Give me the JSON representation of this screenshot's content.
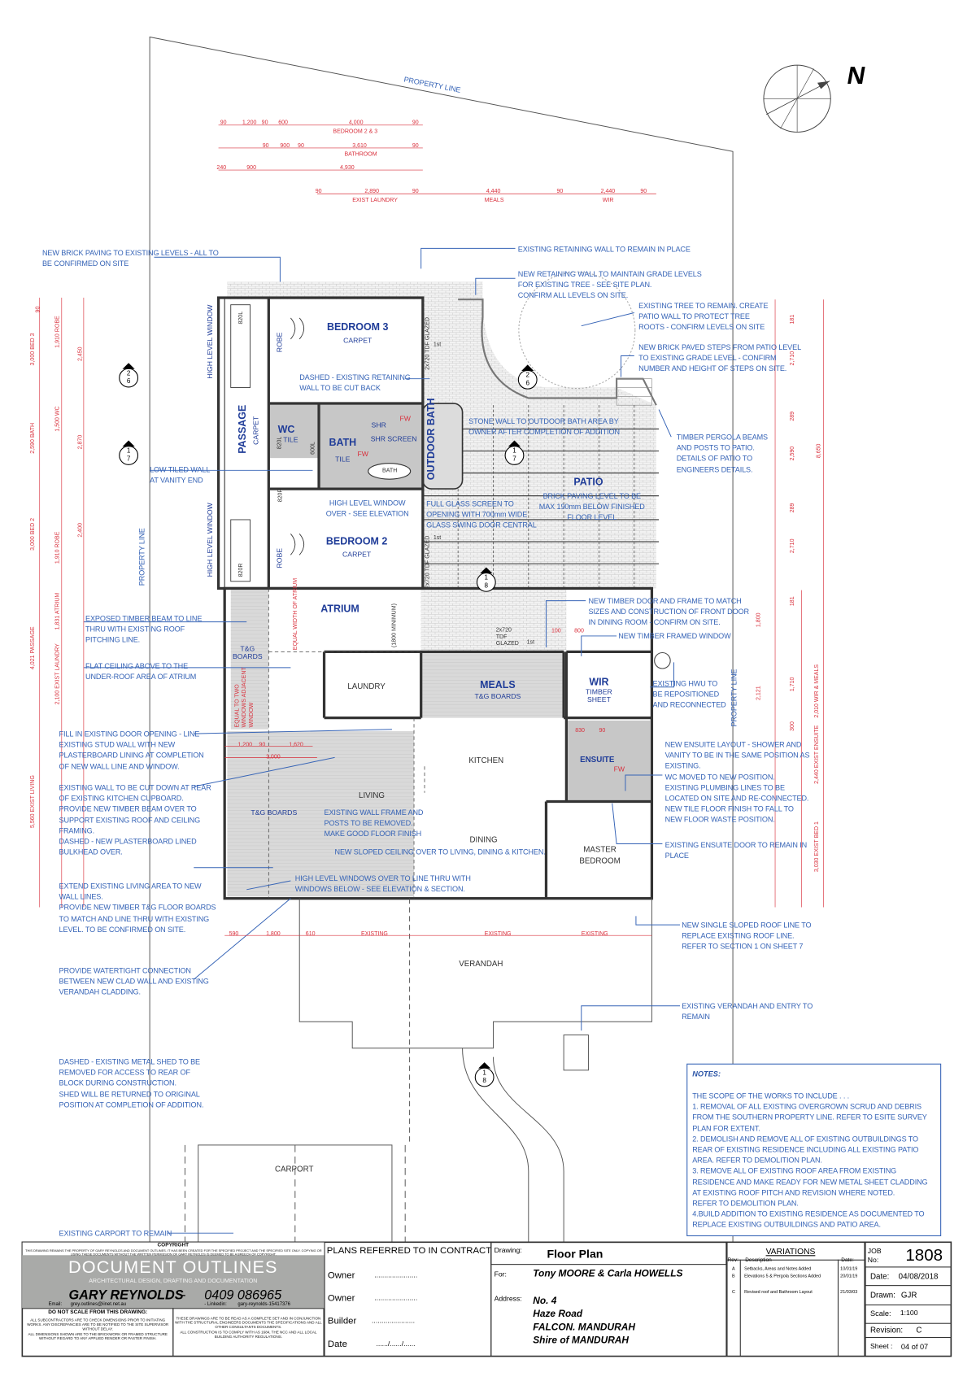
{
  "compass": {
    "north_label": "N"
  },
  "site": {
    "property_line": "PROPERTY LINE"
  },
  "dimensions": {
    "row1": [
      "90",
      "1,200",
      "90",
      "600",
      "4,000",
      "90"
    ],
    "row1_label": "BEDROOM 2 & 3",
    "row2": [
      "90",
      "900",
      "90",
      "3,610",
      "90"
    ],
    "row2_label": "BATHROOM",
    "row3": [
      "240",
      "900",
      "4,930"
    ],
    "row4": [
      "90",
      "2,890",
      "90",
      "4,440",
      "90",
      "2,440",
      "90"
    ],
    "row4_labels": [
      "EXIST LAUNDRY",
      "MEALS",
      "WIR"
    ],
    "left": [
      "3,000 BED 3",
      "90",
      "1,910 ROBE",
      "2,450",
      "2,590 BATH",
      "1,500 WC",
      "2,870",
      "3,000 BED 2",
      "1,910 ROBE",
      "2,400",
      "4,021 PASSAGE",
      "1,831 ATRIUM",
      "2,100 EXIST LAUNDRY",
      "5,560 EXIST LIVING"
    ],
    "right": [
      "181",
      "2,710",
      "289",
      "2,590",
      "289",
      "2,710",
      "181",
      "8,650",
      "1,800",
      "2,121",
      "1,710",
      "300",
      "2,010 WIR & MEALS",
      "2,440 EXIST ENSUITE",
      "3,030 EXIST BED 1"
    ],
    "interior": [
      "1,200",
      "90",
      "1,620",
      "3,000",
      "590",
      "1,800",
      "610",
      "EXISTING",
      "EXISTING",
      "EXISTING",
      "830",
      "90",
      "100",
      "800",
      "(1800 MINIMUM)",
      "EQUAL WIDTH OF ATRIUM",
      "EQUAL TO TWO WINDOWS ADJACENT WINDOW",
      "2x720 TDF GLAZED",
      "2x720 TDF GLAZED",
      "2x720 TDF GLAZED",
      "1st",
      "1st",
      "1st",
      "820L",
      "820R",
      "820R",
      "820L",
      "600L",
      "BATH"
    ]
  },
  "rooms": {
    "bedroom3": {
      "name": "BEDROOM 3",
      "floor": "CARPET"
    },
    "bath": {
      "name": "BATH",
      "floor": "TILE"
    },
    "wc": {
      "name": "WC",
      "floor": "TILE"
    },
    "passage": {
      "name": "PASSAGE",
      "floor": "CARPET"
    },
    "outdoor_bath": "OUTDOOR BATH",
    "patio": "PATIO",
    "bedroom2": {
      "name": "BEDROOM 2",
      "floor": "CARPET"
    },
    "atrium": "ATRIUM",
    "meals": {
      "name": "MEALS",
      "floor": "T&G BOARDS"
    },
    "wir": {
      "name": "WIR",
      "floor": "TIMBER SHEET"
    },
    "ensuite": "ENSUITE",
    "laundry": "LAUNDRY",
    "kitchen": "KITCHEN",
    "living": "LIVING",
    "dining": "DINING",
    "master_bedroom": "MASTER BEDROOM",
    "tg_boards": "T&G BOARDS",
    "tg_boards2": "T&G BOARDS",
    "verandah": "VERANDAH",
    "carport": "CARPORT",
    "robe": "ROBE",
    "shr": "SHR",
    "shr_screen": "SHR SCREEN",
    "fw": "FW",
    "high_level_window": "HIGH LEVEL WINDOW"
  },
  "sections": [
    {
      "num": "2",
      "sheet": "6"
    },
    {
      "num": "1",
      "sheet": "7"
    },
    {
      "num": "2",
      "sheet": "6"
    },
    {
      "num": "1",
      "sheet": "7"
    },
    {
      "num": "1",
      "sheet": "8"
    },
    {
      "num": "1",
      "sheet": "8"
    }
  ],
  "annotations": {
    "brick_paving": "NEW BRICK PAVING TO EXISTING LEVELS - ALL TO\nBE CONFIRMED ON SITE",
    "retaining_remain": "EXISTING RETAINING WALL TO REMAIN IN PLACE",
    "new_retaining": "NEW RETAINING WALL TO MAINTAIN GRADE LEVELS\nFOR EXISTING TREE - SEE SITE PLAN.\nCONFIRM ALL LEVELS ON SITE.",
    "tree": "EXISTING TREE TO REMAIN. CREATE\nPATIO WALL TO PROTECT TREE\nROOTS - CONFIRM LEVELS ON SITE",
    "steps": "NEW BRICK PAVED STEPS FROM PATIO LEVEL\nTO EXISTING GRADE LEVEL - CONFIRM\nNUMBER AND HEIGHT OF STEPS ON SITE.",
    "dashed_retaining": "DASHED - EXISTING RETAINING\nWALL TO BE CUT BACK",
    "stone_wall": "STONE WALL TO OUTDOOR BATH AREA BY\nOWNER AFTER COMPLETION OF ADDITION",
    "pergola": "TIMBER PERGOLA BEAMS\nAND POSTS TO PATIO.\nDETAILS OF PATIO TO\nENGINEERS DETAILS.",
    "low_tiled": "LOW TILED WALL\nAT VANITY END",
    "high_window": "HIGH LEVEL WINDOW\nOVER - SEE ELEVATION",
    "glass_screen": "FULL GLASS SCREEN TO\nOPENING WITH 700mm WIDE\nGLASS SWING DOOR CENTRAL",
    "paving_level": "BRICK PAVING LEVEL TO BE\nMAX 190mm BELOW FINISHED\nFLOOR LEVEL",
    "timber_door": "NEW TIMBER DOOR AND FRAME TO MATCH\nSIZES AND CONSTRUCTION OF FRONT DOOR\nIN DINING ROOM - CONFIRM ON SITE.",
    "timber_window": "NEW TIMBER FRAMED WINDOW",
    "exposed_beam": "EXPOSED TIMBER BEAM TO LINE\nTHRU WITH EXISTING ROOF\nPITCHING LINE.",
    "flat_ceiling": "FLAT CEILING ABOVE TO THE\nUNDER-ROOF AREA OF ATRIUM",
    "hwu": "EXISTING HWU TO\nBE REPOSITIONED\nAND RECONNECTED",
    "fill_door": "FILL IN EXISTING DOOR OPENING - LINE\nEXISTING STUD WALL WITH NEW\nPLASTERBOARD LINING AT COMPLETION\nOF NEW WALL LINE AND WINDOW.",
    "ensuite_layout": "NEW ENSUITE LAYOUT - SHOWER AND\nVANITY TO BE IN THE SAME POSITION AS\nEXISTING.\nWC MOVED TO NEW POSITION.\nEXISTING PLUMBING LINES TO BE\nLOCATED ON SITE AND RE-CONNECTED.\nNEW TILE FLOOR FINISH TO FALL TO\nNEW FLOOR WASTE POSITION.",
    "cut_wall": "EXISTING WALL TO BE CUT DOWN AT REAR\nOF EXISTING KITCHEN CUPBOARD.\nPROVIDE NEW TIMBER BEAM OVER TO\nSUPPORT EXISTING ROOF AND CEILING\nFRAMING.\nDASHED - NEW PLASTERBOARD LINED\nBULKHEAD OVER.",
    "wall_frame": "EXISTING WALL FRAME AND\nPOSTS TO BE REMOVED.\nMAKE GOOD FLOOR FINISH",
    "sloped_ceiling": "NEW SLOPED CEILING OVER TO LIVING, DINING & KITCHEN.",
    "ensuite_door": "EXISTING ENSUITE DOOR TO REMAIN IN\nPLACE",
    "extend_living": "EXTEND EXISTING LIVING AREA TO NEW\nWALL LINES.\nPROVIDE NEW TIMBER T&G FLOOR BOARDS\nTO MATCH AND LINE THRU WITH EXISTING\nLEVEL. TO BE CONFIRMED ON SITE.",
    "high_windows": "HIGH LEVEL WINDOWS OVER TO LINE THRU WITH\nWINDOWS BELOW - SEE ELEVATION & SECTION.",
    "roof_line": "NEW SINGLE SLOPED ROOF LINE TO\nREPLACE EXISTING ROOF LINE.\nREFER TO SECTION 1 ON SHEET 7",
    "watertight": "PROVIDE WATERTIGHT CONNECTION\nBETWEEN NEW CLAD WALL AND EXISTING\nVERANDAH CLADDING.",
    "verandah_remain": "EXISTING VERANDAH AND ENTRY TO\nREMAIN",
    "shed": "DASHED - EXISTING METAL SHED TO BE\nREMOVED FOR ACCESS TO REAR OF\nBLOCK DURING CONSTRUCTION.\nSHED WILL BE RETURNED TO ORIGINAL\nPOSITION AT COMPLETION OF ADDITION.",
    "carport": "EXISTING CARPORT TO REMAIN"
  },
  "notes": {
    "title": "NOTES:",
    "body": "THE SCOPE OF THE WORKS TO INCLUDE . . .\n1. REMOVAL OF ALL EXISTING OVERGROWN SCRUD AND DEBRIS FROM THE SOUTHERN PROPERTY LINE. REFER TO ESITE SURVEY PLAN FOR EXTENT.\n2. DEMOLISH AND REMOVE ALL OF EXISTING OUTBUILDINGS TO REAR OF EXISTING RESIDENCE INCLUDING ALL EXISTING PATIO AREA. REFER TO DEMOLITION PLAN.\n3. REMOVE ALL OF EXISTING ROOF AREA FROM EXISTING RESIDENCE AND MAKE READY FOR NEW METAL SHEET CLADDING AT EXISTING ROOF PITCH AND REVISION WHERE NOTED.\nREFER TO DEMOLITION PLAN.\n4.BUILD ADDITION TO EXISTING RESIDENCE AS DOCUMENTED TO REPLACE EXISTING OUTBUILDINGS AND PATIO AREA."
  },
  "title_block": {
    "copyright_title": "COPYRIGHT",
    "copyright_text": "THIS DRAWING REMAINS THE PROPERTY OF GARY REYNOLDS AND DOCUMENT OUTLINES. IT HAS BEEN CREATED FOR THE SPECIFIED PROJECT AND THE SPECIFIED SITE ONLY. COPYING OR USING THESE DOCUMENTS WITHOUT THE WRITTEN PERMISSION OF GARY REYNOLDS IS DEEMED TO BE A BREECH OF COPYRIGHT.",
    "company": "DOCUMENT OUTLINES",
    "tagline": "ARCHITECTURAL DESIGN, DRAFTING AND DOCUMENTATION",
    "designer": "GARY REYNOLDS",
    "dash": "-",
    "phone": "0409 086965",
    "email_label": "Email:",
    "email": "grey.outlines@iinet.net.au",
    "linkedin_label": "- Linkedin:",
    "linkedin": "gary-reynolds-15417376",
    "do_not_scale": "DO NOT SCALE FROM THIS DRAWING:",
    "scale_text": "ALL SUBCONTRACTORS ARE TO CHECK DIMENSIONS PRIOR TO INITIATING WORKS. ANY DISCREPANCIES ARE TO BE NOTIFIED TO THE SITE SUPERVISOR WITHOUT DELAY.\nALL DIMENSIONS SHOWN ARE TO THE BRICKWORK OR FRAMED STRUCTURE WITHOUT REGARD TO ANY APPLIED RENDER OR PASTER FINISH.",
    "read_text": "THESE DRAWINGS ARE TO BE READ AS A COMPLETE SET AND IN CONJUNCTION WITH THE STRUCTURAL ENGINEERS DOCUMENTS THE SPECIFICATIONS AND ALL OTHER CONSULTANTS DOCUMENTS.\nALL CONSTRUCTION IS TO COMPLY WITH AS 1684, THE NCC AND ALL LOCAL BUILDING AUTHORITY REGULATIONS.",
    "plans_referred": "PLANS REFERRED TO IN CONTRACT",
    "owner1": "Owner",
    "owner2": "Owner",
    "builder": "Builder",
    "date": "Date",
    "dots": "......................",
    "date_dots": "....../....../......",
    "drawing_label": "Drawing:",
    "drawing": "Floor Plan",
    "for_label": "For:",
    "client": "Tony MOORE & Carla HOWELLS",
    "address_label": "Address:",
    "address": [
      "No. 4",
      "Haze Road",
      "FALCON.  MANDURAH",
      "Shire of MANDURAH"
    ],
    "variations_title": "VARIATIONS",
    "variations_headers": [
      "Rev:",
      "Description",
      "Date:"
    ],
    "variations": [
      {
        "rev": "A",
        "desc": "Setbacks, Areas and Notes Added",
        "date": "10/01/19"
      },
      {
        "rev": "B",
        "desc": "Elevations 5 & Pergola Sections Added",
        "date": "20/01/19"
      },
      {
        "rev": "C",
        "desc": "Revised roof and Bathroom Layout",
        "date": "21/03/03"
      }
    ],
    "job_label": "JOB No:",
    "job_no": "1808",
    "date_label": "Date:",
    "date_value": "04/08/2018",
    "drawn_label": "Drawn:",
    "drawn": "GJR",
    "scale_label": "Scale:",
    "scale": "1:100",
    "revision_label": "Revision:",
    "revision": "C",
    "sheet_label": "Sheet :",
    "sheet": "04 of 07"
  },
  "colors": {
    "annotation": "#3563b6",
    "dimension": "#d9303c",
    "room": "#1f3c98",
    "wall": "#333333"
  }
}
